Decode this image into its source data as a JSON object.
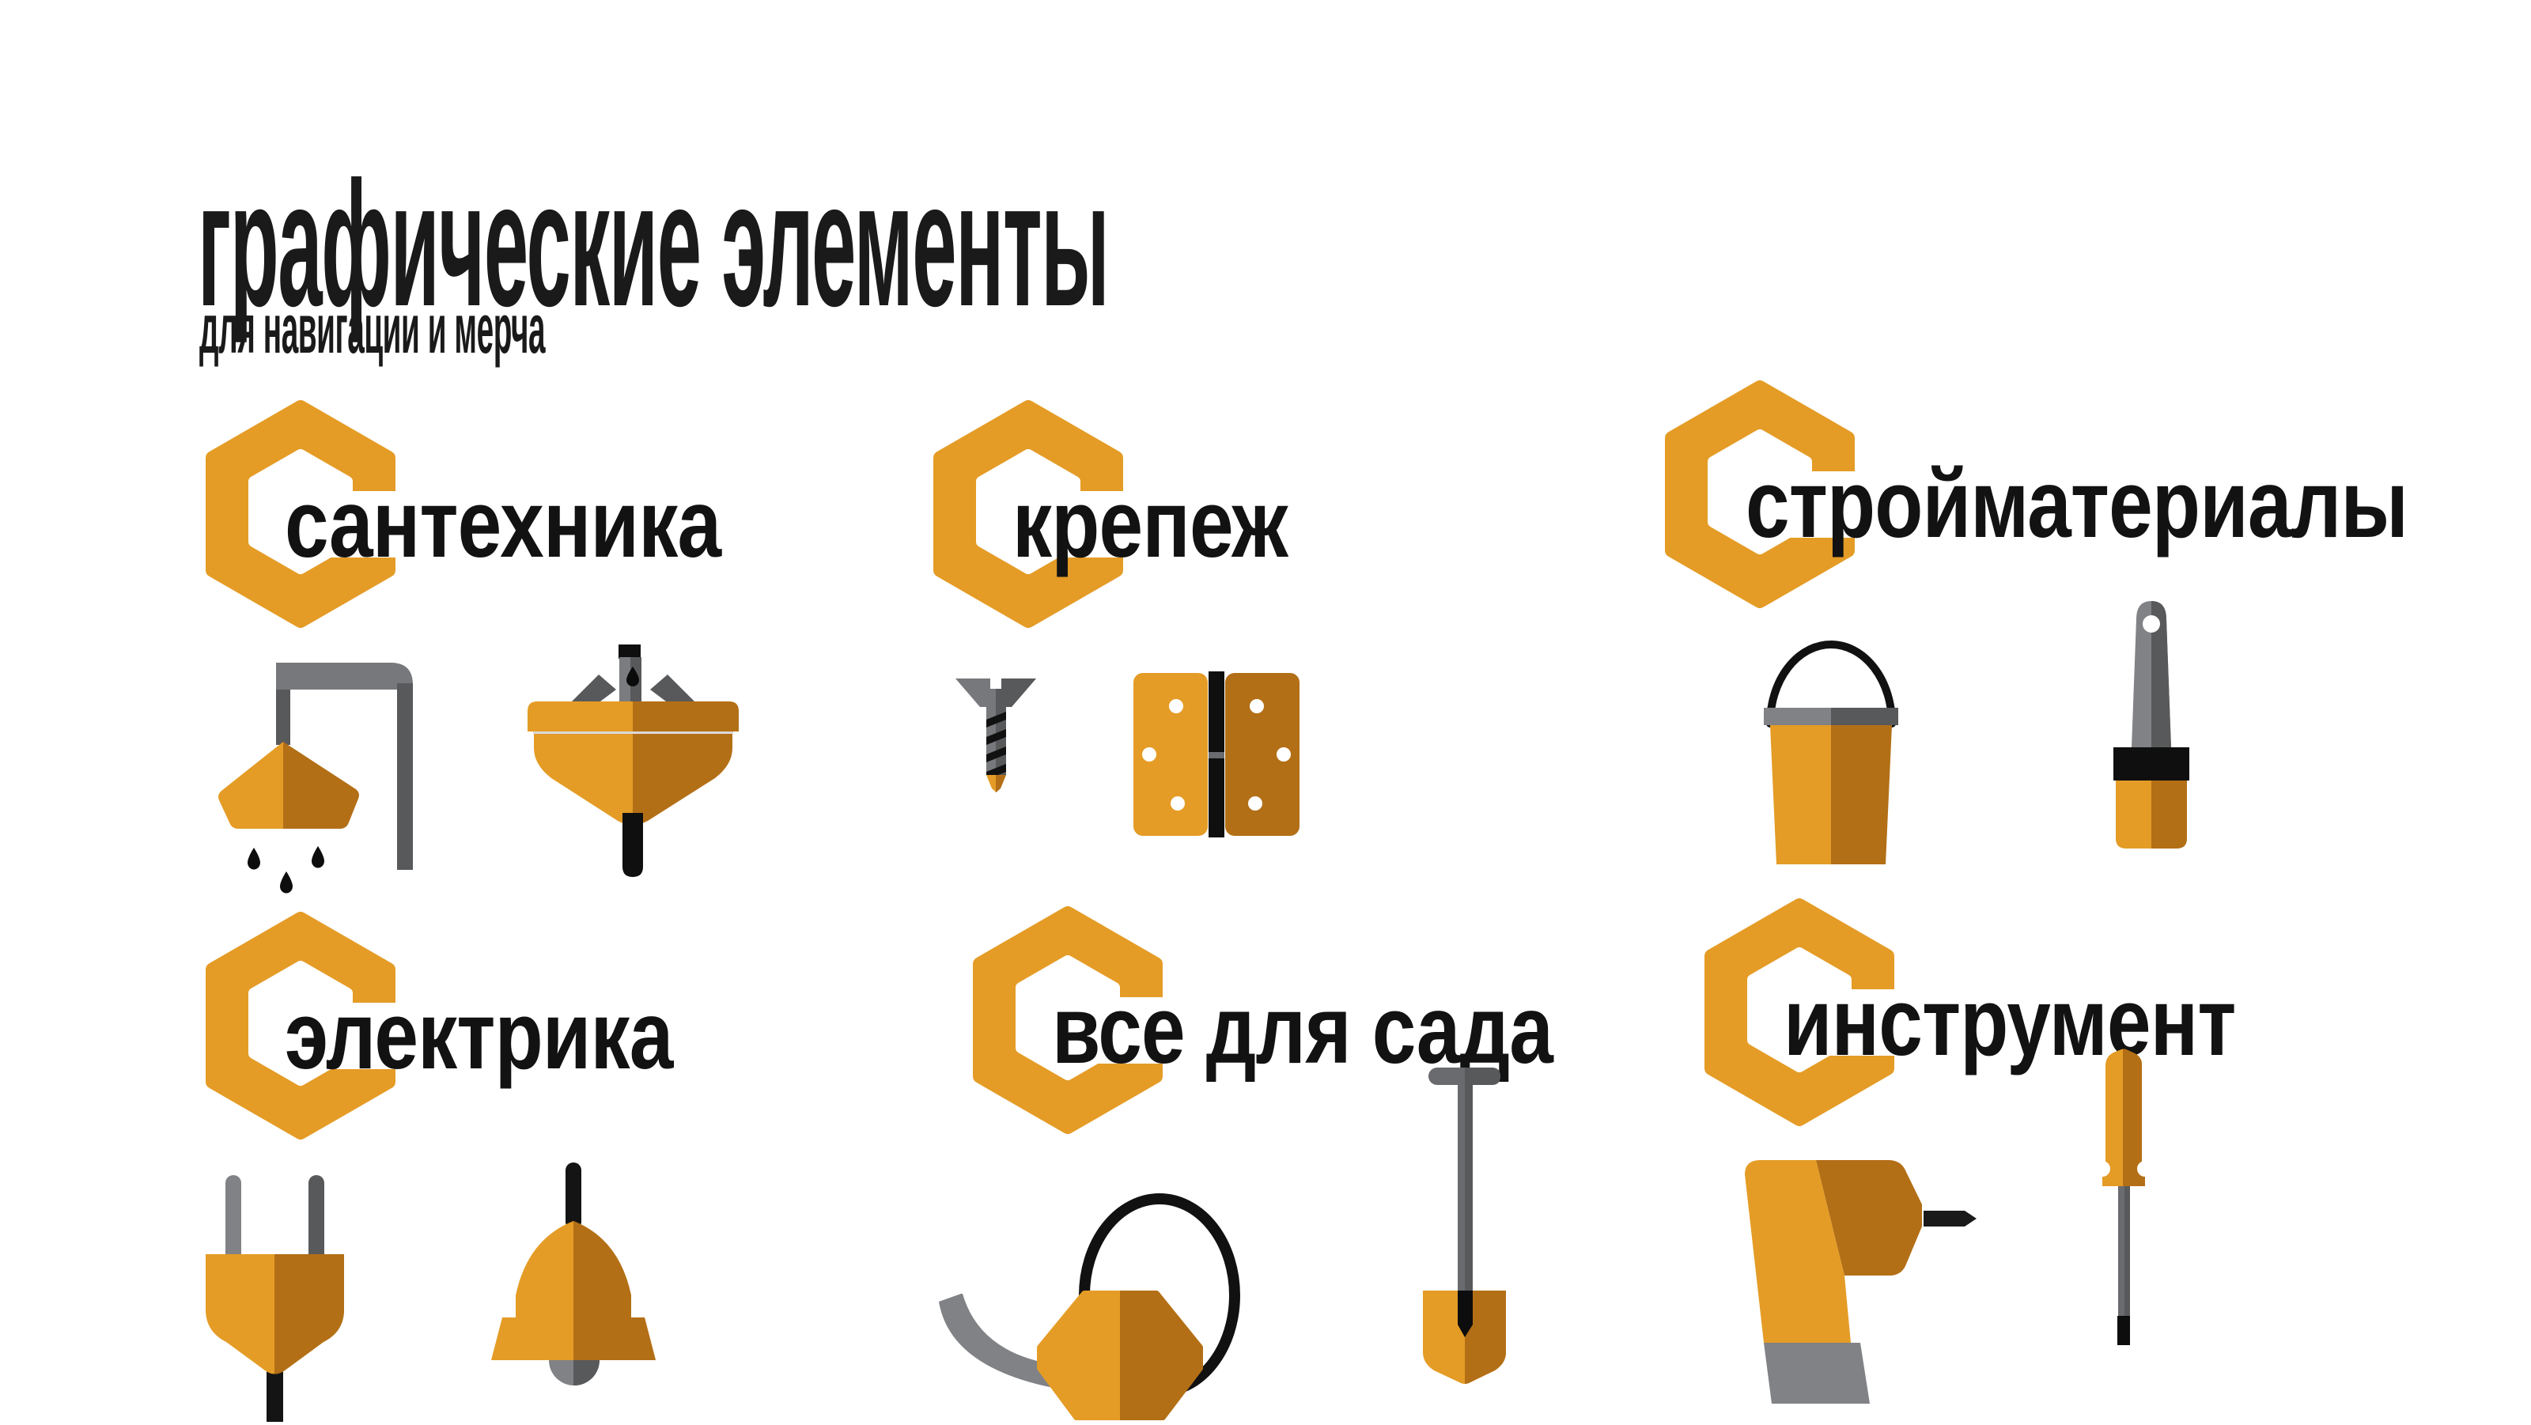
{
  "page": {
    "title": "графические элементы",
    "subtitle": "для навигации и мерча"
  },
  "colors": {
    "accent_orange": "#E49C26",
    "accent_orange_dark": "#B36F16",
    "gray_light": "#808285",
    "gray_mid": "#6A6B6E",
    "gray_pipe": "#77787B",
    "gray_dark": "#58595B",
    "ink_black": "#121212",
    "background": "#FFFFFF"
  },
  "logo": {
    "shape": "hexagonal letter C badge",
    "color": "#E49C26"
  },
  "badges": [
    {
      "id": "plumbing",
      "label": "сантехника",
      "icons": [
        "shower-icon",
        "sink-icon"
      ]
    },
    {
      "id": "fasteners",
      "label": "крепеж",
      "icons": [
        "screw-icon",
        "hinge-icon"
      ]
    },
    {
      "id": "materials",
      "label": "стройматериалы",
      "icons": [
        "paint-bucket-icon",
        "paint-brush-icon"
      ]
    },
    {
      "id": "electrical",
      "label": "электрика",
      "icons": [
        "plug-icon",
        "bell-icon"
      ]
    },
    {
      "id": "garden",
      "label": "все для сада",
      "icons": [
        "watering-can-icon",
        "shovel-icon"
      ]
    },
    {
      "id": "tools",
      "label": "инструмент",
      "icons": [
        "drill-icon",
        "screwdriver-icon"
      ]
    }
  ]
}
